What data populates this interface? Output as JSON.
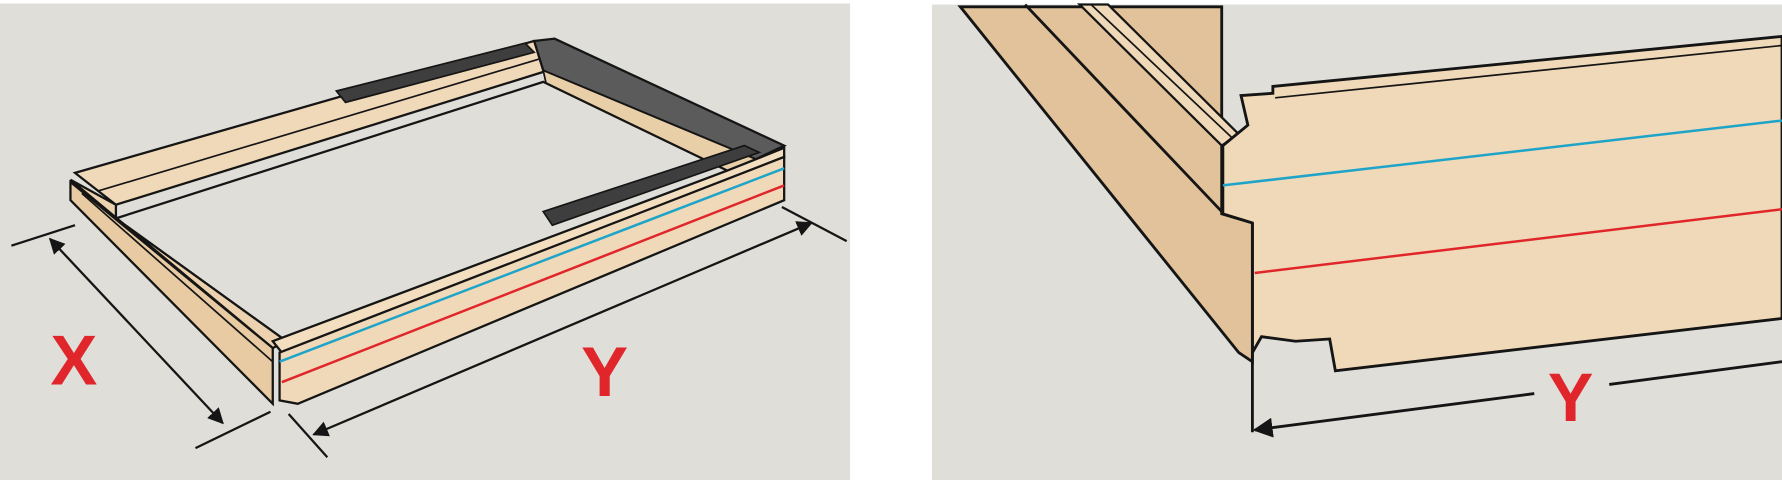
{
  "left_panel": {
    "width_label": "X",
    "length_label": "Y"
  },
  "right_panel": {
    "length_label": "Y"
  },
  "colors": {
    "background": "#dfded9",
    "wood_light": "#f0d9b8",
    "wood_dark": "#e2c29a",
    "mechanism": "#5b5b5b",
    "outline": "#151515",
    "blue_line": "#1ea4c8",
    "red_line": "#e0262b",
    "label_red": "#e0262b"
  }
}
